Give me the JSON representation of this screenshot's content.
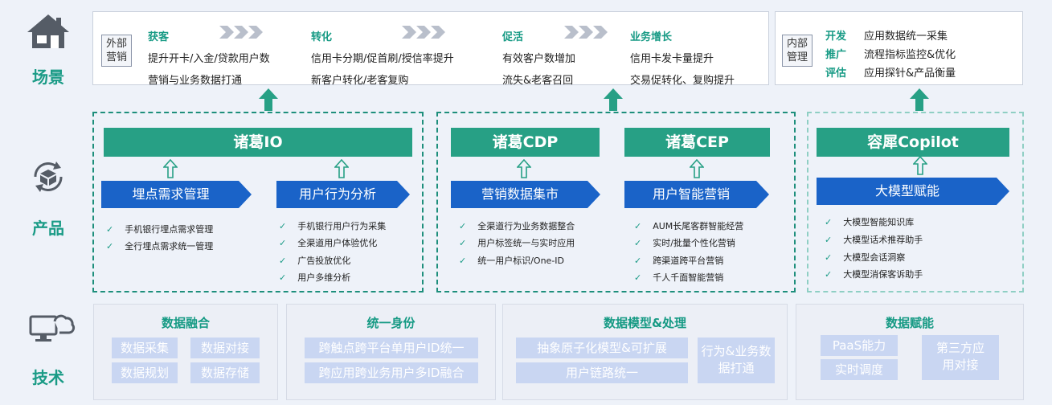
{
  "side": {
    "scene": "场景",
    "product": "产品",
    "tech": "技术"
  },
  "icons": {
    "scene": "house-icon",
    "product": "box-cycle-icon",
    "tech": "computer-cloud-icon"
  },
  "colors": {
    "green": "#27a085",
    "blue": "#1a63c8",
    "teal_text": "#169a84",
    "chip": "#c9d6f2"
  },
  "scene_external": {
    "tag": [
      "外部",
      "营销"
    ],
    "cols": [
      {
        "title": "获客",
        "lines": [
          "提升开卡/入金/贷款用户数",
          "营销与业务数据打通"
        ]
      },
      {
        "title": "转化",
        "lines": [
          "信用卡分期/促首刷/授信率提升",
          "新客户转化/老客复购"
        ]
      },
      {
        "title": "促活",
        "lines": [
          "有效客户数增加",
          "流失&老客召回"
        ]
      },
      {
        "title": "业务增长",
        "lines": [
          "信用卡发卡量提升",
          "交易促转化、复购提升"
        ]
      }
    ]
  },
  "scene_internal": {
    "tag": [
      "内部",
      "管理"
    ],
    "rows": [
      {
        "k": "开发",
        "v": "应用数据统一采集"
      },
      {
        "k": "推广",
        "v": "流程指标监控&优化"
      },
      {
        "k": "评估",
        "v": "应用探针&产品衡量"
      }
    ]
  },
  "products": {
    "io": {
      "title": "诸葛IO",
      "modules": [
        {
          "label": "埋点需求管理",
          "items": [
            "手机银行埋点需求管理",
            "全行埋点需求统一管理"
          ]
        },
        {
          "label": "用户行为分析",
          "items": [
            "手机银行用户行为采集",
            "全渠道用户体验优化",
            "广告投放优化",
            "用户多维分析"
          ]
        }
      ]
    },
    "cdp": {
      "title": "诸葛CDP",
      "label": "营销数据集市",
      "items": [
        "全渠道行为业务数据整合",
        "用户标签统一与实时应用",
        "统一用户标识/One-ID"
      ]
    },
    "cep": {
      "title": "诸葛CEP",
      "label": "用户智能营销",
      "items": [
        "AUM长尾客群智能经营",
        "实时/批量个性化营销",
        "跨渠道跨平台营销",
        "千人千面智能营销"
      ]
    },
    "copilot": {
      "title": "容犀Copilot",
      "label": "大模型赋能",
      "items": [
        "大模型智能知识库",
        "大模型话术推荐助手",
        "大模型会话洞察",
        "大模型消保客诉助手"
      ]
    }
  },
  "tech": [
    {
      "title": "数据融合",
      "chips": [
        "数据采集",
        "数据对接",
        "数据规划",
        "数据存储"
      ]
    },
    {
      "title": "统一身份",
      "chips": [
        "跨触点跨平台单用户ID统一",
        "跨应用跨业务用户多ID融合"
      ]
    },
    {
      "title": "数据模型&处理",
      "chips": [
        "抽象原子化模型&可扩展",
        "用户链路统一",
        "行为&业务数据打通"
      ]
    },
    {
      "title": "数据赋能",
      "chips": [
        "PaaS能力",
        "实时调度",
        "第三方应用对接"
      ]
    }
  ],
  "check": "✓"
}
